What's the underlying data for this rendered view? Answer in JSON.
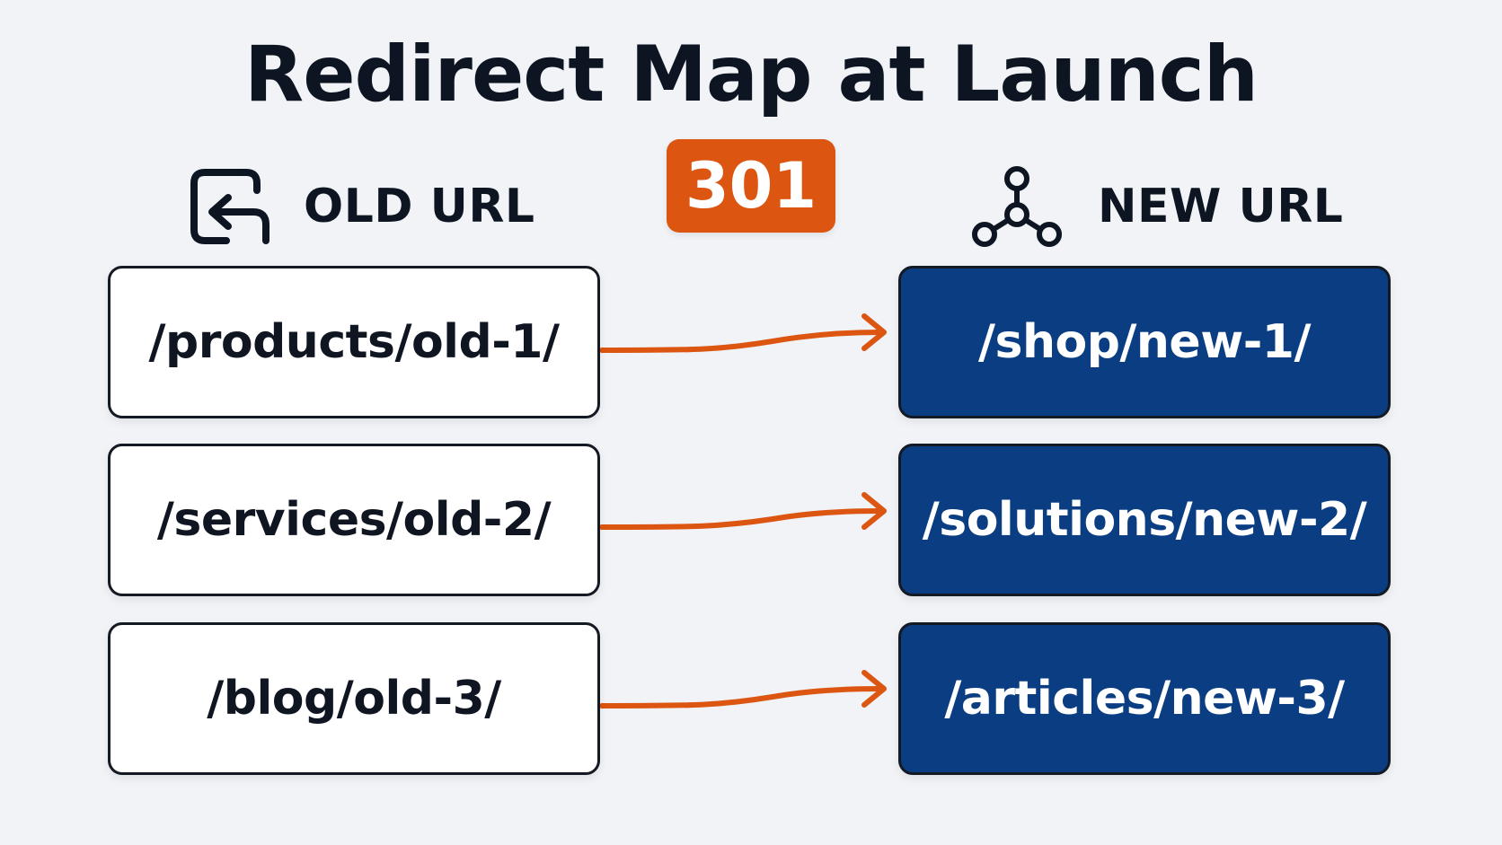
{
  "title": "Redirect Map at Launch",
  "badge": "301",
  "columns": {
    "old": "OLD URL",
    "new": "NEW URL"
  },
  "redirects": [
    {
      "old": "/products/old-1/",
      "new": "/shop/new-1/"
    },
    {
      "old": "/services/old-2/",
      "new": "/solutions/new-2/"
    },
    {
      "old": "/blog/old-3/",
      "new": "/articles/new-3/"
    }
  ],
  "colors": {
    "accent": "#dc5511",
    "new_box": "#0b3d82",
    "background": "#f1f3f7"
  },
  "icons": {
    "old": "redirect-back-icon",
    "new": "network-nodes-icon"
  }
}
